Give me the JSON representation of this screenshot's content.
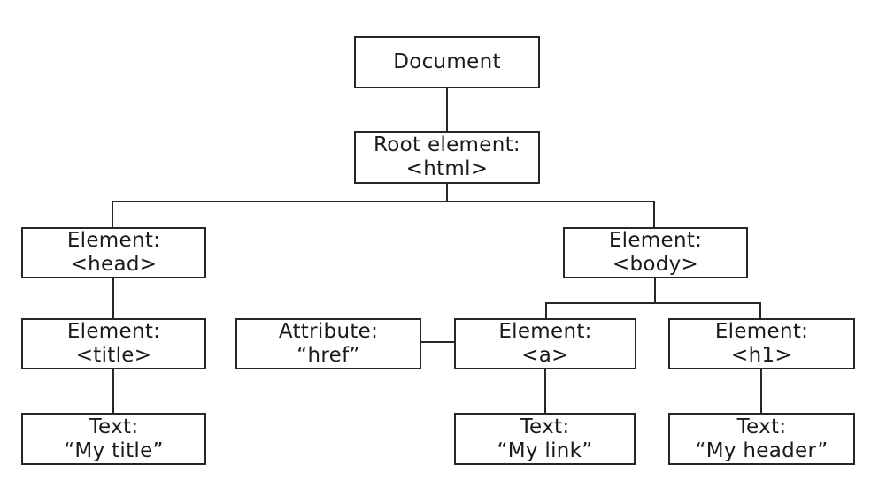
{
  "diagram": {
    "type": "tree",
    "colors": {
      "background": "#ffffff",
      "line": "#262626",
      "text": "#1a1a1a",
      "node_fill": "#ffffff"
    },
    "nodes": {
      "document": {
        "line1": "Document"
      },
      "root": {
        "line1": "Root element:",
        "line2": "<html>"
      },
      "head": {
        "line1": "Element:",
        "line2": "<head>"
      },
      "body": {
        "line1": "Element:",
        "line2": "<body>"
      },
      "title": {
        "line1": "Element:",
        "line2": "<title>"
      },
      "attribute": {
        "line1": "Attribute:",
        "line2": "“href”"
      },
      "anchor": {
        "line1": "Element:",
        "line2": "<a>"
      },
      "h1": {
        "line1": "Element:",
        "line2": "<h1>"
      },
      "text_title": {
        "line1": "Text:",
        "line2": "“My title”"
      },
      "text_link": {
        "line1": "Text:",
        "line2": "“My link”"
      },
      "text_header": {
        "line1": "Text:",
        "line2": "“My header”"
      }
    },
    "edges": [
      "document-root",
      "root-head",
      "root-body",
      "head-title",
      "title-text_title",
      "body-anchor",
      "body-h1",
      "attribute-anchor",
      "anchor-text_link",
      "h1-text_header"
    ]
  }
}
